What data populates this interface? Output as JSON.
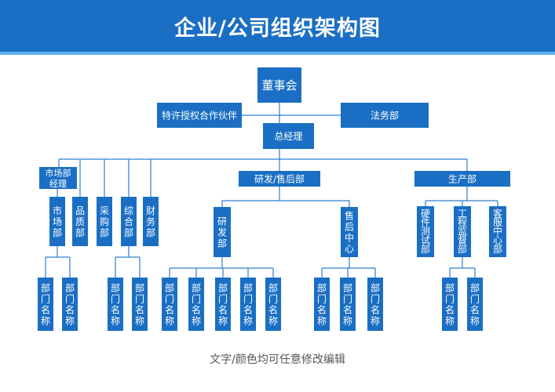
{
  "title": "企业/公司组织架构图",
  "footer": "文字/颜色均可任意修改编辑",
  "colors": {
    "header": "#1a6fc4",
    "header_accent": "#5fb0ee",
    "node": "#1a6fc4",
    "line": "#2f7fcf"
  },
  "nodes": {
    "board": "董事会",
    "franchise": "特许授权合作伙伴",
    "legal": "法务部",
    "gm": "总经理",
    "market_mgr": [
      "市场部",
      "经理"
    ],
    "rnd_sales": "研发/售后部",
    "production": "生产部",
    "market_dept": "市场部",
    "quality": "品质部",
    "purchase": "采购部",
    "general": "综合部",
    "finance": "财务部",
    "rnd": "研发部",
    "aftersales": "售后中心",
    "hw_test": "硬件测试部",
    "eng_supervise": "工程监督部",
    "cs": "客服中心部",
    "dept_name": "部门名称"
  }
}
